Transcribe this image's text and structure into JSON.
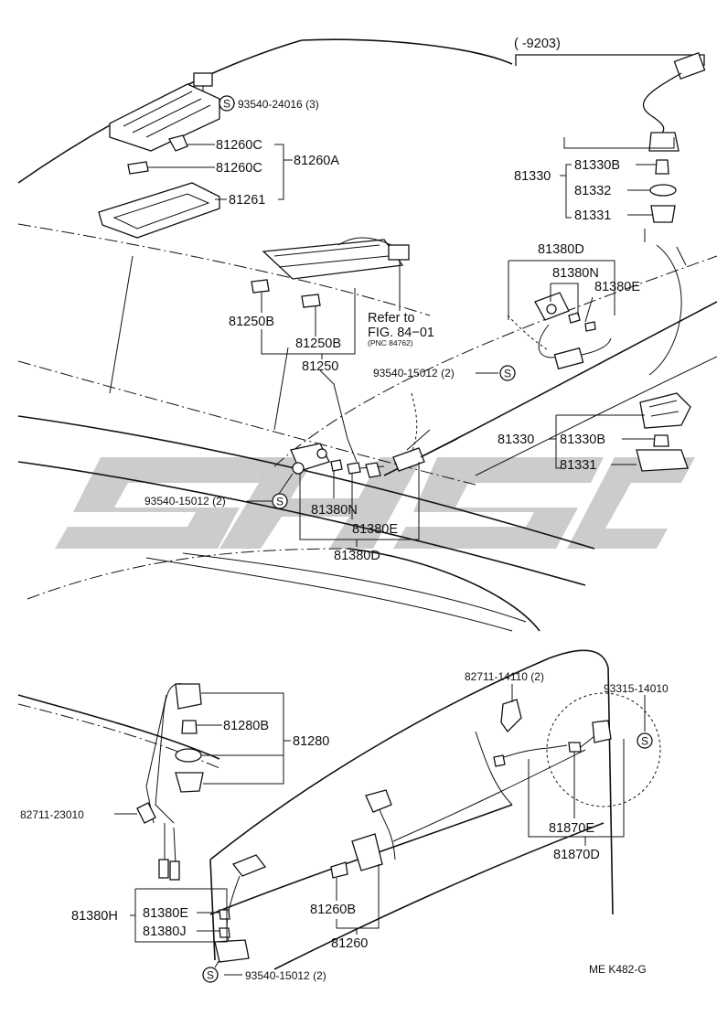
{
  "diagram": {
    "labels": {
      "range_note": "(     -9203)",
      "bolt_top": "93540-24016 (3)",
      "p81260C_a": "81260C",
      "p81260C_b": "81260C",
      "p81260A": "81260A",
      "p81261": "81261",
      "p81330_top": "81330",
      "p81330B_top": "81330B",
      "p81332": "81332",
      "p81331_top": "81331",
      "p81380D_top": "81380D",
      "p81380N_top": "81380N",
      "p81380E_top": "81380E",
      "p81250B_a": "81250B",
      "p81250B_b": "81250B",
      "p81250": "81250",
      "refer_1": "Refer to",
      "refer_2": "FIG. 84−01",
      "refer_3": "(PNC 84762)",
      "bolt_mid_right": "93540-15012 (2)",
      "p81330_mid": "81330",
      "p81330B_mid": "81330B",
      "p81331_mid": "81331",
      "bolt_mid_left": "93540-15012 (2)",
      "p81380N_mid": "81380N",
      "p81380E_mid": "81380E",
      "p81380D_mid": "81380D",
      "clip_82711_14110": "82711-14110 (2)",
      "p93315_14010": "93315-14010",
      "p81280B": "81280B",
      "p81280": "81280",
      "clip_82711_23010": "82711-23010",
      "p81870E": "81870E",
      "p81870D": "81870D",
      "p81260B": "81260B",
      "p81260": "81260",
      "p81380H": "81380H",
      "p81380E_bot": "81380E",
      "p81380J": "81380J",
      "bolt_bottom": "93540-15012 (2)",
      "figure_code": "ME K482-G",
      "s_mark": "S"
    },
    "colors": {
      "line": "#111111",
      "watermark": "#c3c3c5",
      "background": "#ffffff"
    }
  }
}
